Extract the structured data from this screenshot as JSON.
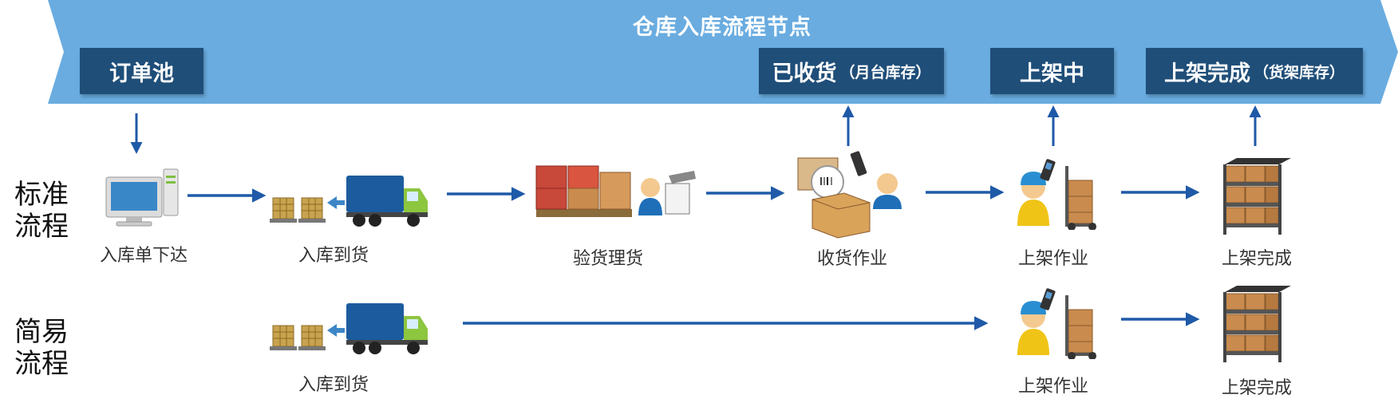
{
  "banner": {
    "title": "仓库入库流程节点",
    "color": "#6aace0",
    "node_color": "#1f4e79",
    "nodes": [
      {
        "main": "订单池",
        "sub": ""
      },
      {
        "main": "已收货",
        "sub": "（月台库存）"
      },
      {
        "main": "上架中",
        "sub": ""
      },
      {
        "main": "上架完成",
        "sub": "（货架库存）"
      }
    ]
  },
  "rows": [
    {
      "label_line1": "标准",
      "label_line2": "流程",
      "steps": [
        {
          "label": "入库单下达",
          "icon": "computer-icon"
        },
        {
          "label": "入库到货",
          "icon": "truck-pallet-icon"
        },
        {
          "label": "验货理货",
          "icon": "inspection-icon"
        },
        {
          "label": "收货作业",
          "icon": "receiving-scanner-icon"
        },
        {
          "label": "上架作业",
          "icon": "worker-handtruck-icon"
        },
        {
          "label": "上架完成",
          "icon": "storage-rack-icon"
        }
      ]
    },
    {
      "label_line1": "简易",
      "label_line2": "流程",
      "steps": [
        {
          "label": "入库到货",
          "icon": "truck-pallet-icon"
        },
        {
          "label": "上架作业",
          "icon": "worker-handtruck-icon"
        },
        {
          "label": "上架完成",
          "icon": "storage-rack-icon"
        }
      ]
    }
  ],
  "arrow_color": "#1f5aa8"
}
